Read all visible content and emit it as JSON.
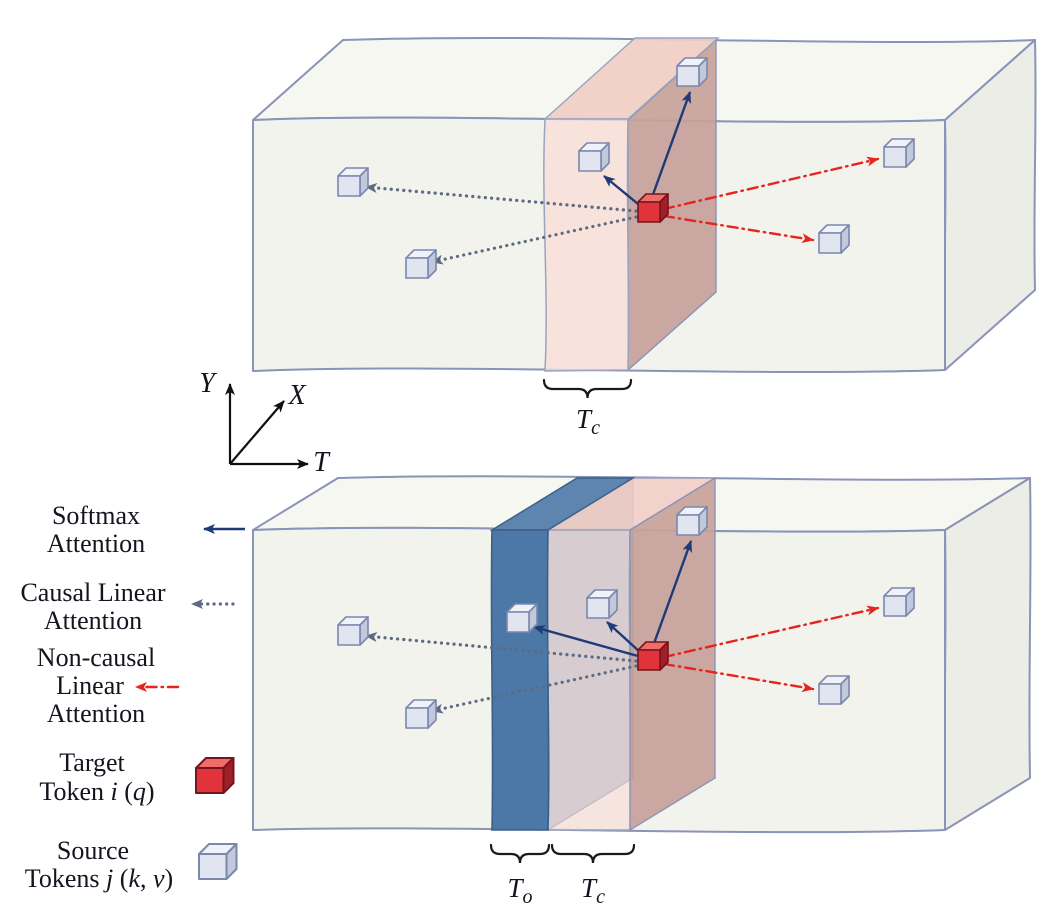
{
  "legend": {
    "softmax": {
      "line1": "Softmax",
      "line2": "Attention"
    },
    "causal_linear": {
      "line1": "Causal Linear",
      "line2": "Attention"
    },
    "noncausal_linear": {
      "line1": "Non-causal",
      "line2": "Linear",
      "line3": "Attention"
    },
    "target_token": {
      "line1": "Target",
      "word": "Token ",
      "var1": "i",
      "open": " (",
      "var2": "q",
      "close": ")"
    },
    "source_tokens": {
      "line1": "Source",
      "word": "Tokens ",
      "var1": "j",
      "open": " (",
      "var2": "k",
      "comma": ", ",
      "var3": "v",
      "close": ")"
    }
  },
  "axes": {
    "t": "T",
    "x": "X",
    "y": "Y"
  },
  "labels": {
    "tc": {
      "base": "T",
      "sub": "c"
    },
    "to": {
      "base": "T",
      "sub": "o"
    }
  },
  "colors": {
    "softmax_arrow": "#1e3a78",
    "causal_arrow": "#5d6b82",
    "noncausal_arrow": "#e8231d",
    "axis": "#111111",
    "target_cube": "#e1343a",
    "source_cube": "#e1e5f0",
    "box_outline": "#8a93b8",
    "pink_window": "#f8ddd7",
    "blue_window": "#4b78a6"
  }
}
